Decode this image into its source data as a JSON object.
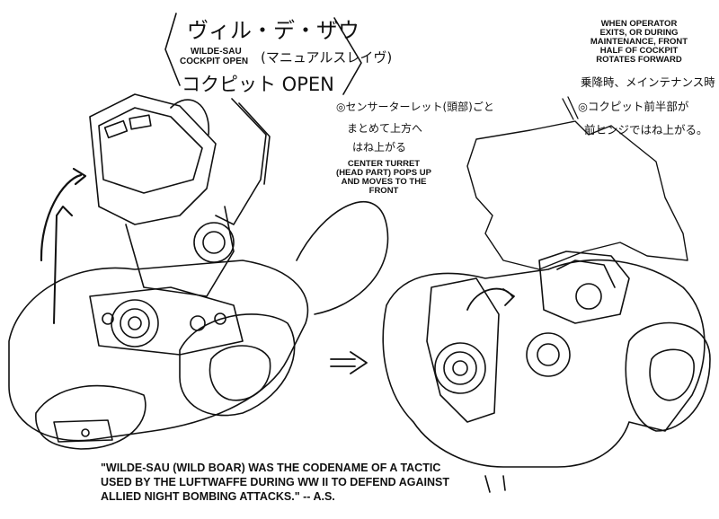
{
  "title": {
    "katakana": "ヴィル・デ・ザウ",
    "english_line1": "WILDE-SAU",
    "english_line2": "COCKPIT OPEN",
    "subtitle_jp": "(マニュアルスレイヴ)",
    "cockpit_open": "コクピット OPEN"
  },
  "note_center": {
    "jp_line1": "◎センサーターレット(頭部)ごと",
    "jp_line2": "まとめて上方へ",
    "jp_line3": "はね上がる",
    "en": [
      "CENTER TURRET",
      "(HEAD PART) POPS UP",
      "AND MOVES TO THE",
      "FRONT"
    ]
  },
  "note_right": {
    "en": [
      "WHEN OPERATOR",
      "EXITS, OR DURING",
      "MAINTENANCE, FRONT",
      "HALF OF COCKPIT",
      "ROTATES FORWARD"
    ],
    "jp_line1": "乗降時、メインテナンス時",
    "jp_line2": "◎コクピット前半部が",
    "jp_line3": "前ヒンジではね上がる。"
  },
  "quote": [
    "\"WILDE-SAU (WILD BOAR) WAS THE CODENAME OF A TACTIC",
    "USED BY THE LUFTWAFFE DURING WW II TO DEFEND AGAINST",
    "ALLIED NIGHT BOMBING ATTACKS.\" -- A.S."
  ]
}
